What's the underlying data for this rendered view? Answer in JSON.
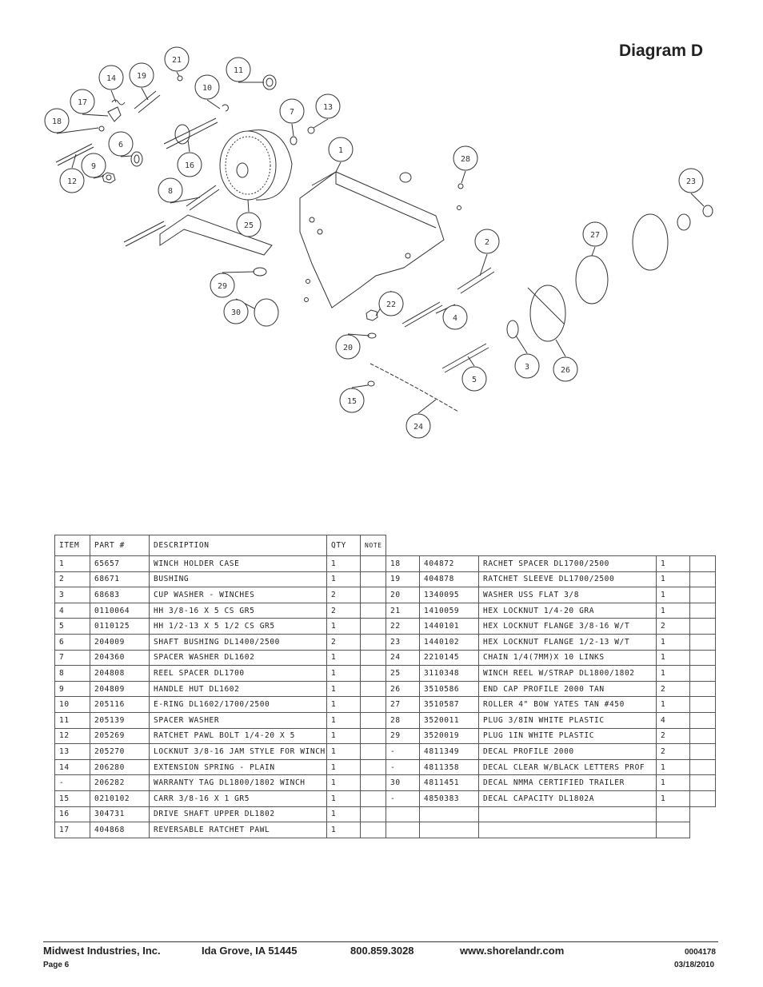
{
  "title": "Diagram D",
  "callouts": [
    "1",
    "2",
    "3",
    "4",
    "5",
    "6",
    "7",
    "8",
    "9",
    "10",
    "11",
    "12",
    "13",
    "14",
    "15",
    "16",
    "17",
    "18",
    "19",
    "20",
    "21",
    "22",
    "23",
    "24",
    "25",
    "26",
    "27",
    "28",
    "29",
    "30"
  ],
  "table": {
    "headers": [
      "ITEM",
      "PART #",
      "DESCRIPTION",
      "QTY",
      "NOTE"
    ],
    "rows": [
      {
        "l": {
          "item": "1",
          "part": "65657",
          "desc": "WINCH HOLDER CASE",
          "qty": "1"
        },
        "r": {
          "item": "18",
          "part": "404872",
          "desc": "RACHET SPACER  DL1700/2500",
          "qty": "1"
        }
      },
      {
        "l": {
          "item": "2",
          "part": "68671",
          "desc": "BUSHING",
          "qty": "1"
        },
        "r": {
          "item": "19",
          "part": "404878",
          "desc": "RATCHET SLEEVE  DL1700/2500",
          "qty": "1"
        }
      },
      {
        "l": {
          "item": "3",
          "part": "68683",
          "desc": "CUP WASHER - WINCHES",
          "qty": "2"
        },
        "r": {
          "item": "20",
          "part": "1340095",
          "desc": "WASHER USS FLAT 3/8",
          "qty": "1"
        }
      },
      {
        "l": {
          "item": "4",
          "part": "0110064",
          "desc": "HH 3/8-16 X 5 CS GR5",
          "qty": "2"
        },
        "r": {
          "item": "21",
          "part": "1410059",
          "desc": "HEX LOCKNUT 1/4-20 GRA",
          "qty": "1"
        }
      },
      {
        "l": {
          "item": "5",
          "part": "0110125",
          "desc": "HH 1/2-13 X 5 1/2 CS GR5",
          "qty": "1"
        },
        "r": {
          "item": "22",
          "part": "1440101",
          "desc": "HEX LOCKNUT FLANGE 3/8-16 W/T",
          "qty": "2"
        }
      },
      {
        "l": {
          "item": "6",
          "part": "204009",
          "desc": "SHAFT BUSHING  DL1400/2500",
          "qty": "2"
        },
        "r": {
          "item": "23",
          "part": "1440102",
          "desc": "HEX LOCKNUT FLANGE 1/2-13 W/T",
          "qty": "1"
        }
      },
      {
        "l": {
          "item": "7",
          "part": "204360",
          "desc": "SPACER WASHER  DL1602",
          "qty": "1"
        },
        "r": {
          "item": "24",
          "part": "2210145",
          "desc": "CHAIN 1/4(7MM)X 10 LINKS",
          "qty": "1"
        }
      },
      {
        "l": {
          "item": "8",
          "part": "204808",
          "desc": "REEL SPACER  DL1700",
          "qty": "1"
        },
        "r": {
          "item": "25",
          "part": "3110348",
          "desc": "WINCH REEL W/STRAP  DL1800/1802",
          "qty": "1"
        }
      },
      {
        "l": {
          "item": "9",
          "part": "204809",
          "desc": "HANDLE HUT  DL1602",
          "qty": "1"
        },
        "r": {
          "item": "26",
          "part": "3510586",
          "desc": "END CAP PROFILE 2000 TAN",
          "qty": "2"
        }
      },
      {
        "l": {
          "item": "10",
          "part": "205116",
          "desc": "E-RING DL1602/1700/2500",
          "qty": "1"
        },
        "r": {
          "item": "27",
          "part": "3510587",
          "desc": "ROLLER 4\" BOW YATES TAN #450",
          "qty": "1"
        }
      },
      {
        "l": {
          "item": "11",
          "part": "205139",
          "desc": "SPACER WASHER",
          "qty": "1"
        },
        "r": {
          "item": "28",
          "part": "3520011",
          "desc": "PLUG  3/8IN WHITE PLASTIC",
          "qty": "4"
        }
      },
      {
        "l": {
          "item": "12",
          "part": "205269",
          "desc": "RATCHET PAWL BOLT 1/4-20 X 5",
          "qty": "1"
        },
        "r": {
          "item": "29",
          "part": "3520019",
          "desc": "PLUG  1IN WHITE PLASTIC",
          "qty": "2"
        }
      },
      {
        "l": {
          "item": "13",
          "part": "205270",
          "desc": "LOCKNUT 3/8-16 JAM STYLE FOR WINCH",
          "qty": "1"
        },
        "r": {
          "item": "-",
          "part": "4811349",
          "desc": "DECAL PROFILE 2000",
          "qty": "2"
        }
      },
      {
        "l": {
          "item": "14",
          "part": "206280",
          "desc": "EXTENSION SPRING - PLAIN",
          "qty": "1"
        },
        "r": {
          "item": "-",
          "part": "4811358",
          "desc": "DECAL CLEAR W/BLACK LETTERS PROF",
          "qty": "1"
        }
      },
      {
        "l": {
          "item": "-",
          "part": "206282",
          "desc": "WARRANTY TAG DL1800/1802 WINCH",
          "qty": "1"
        },
        "r": {
          "item": "30",
          "part": "4811451",
          "desc": " DECAL NMMA CERTIFIED TRAILER",
          "qty": "1"
        }
      },
      {
        "l": {
          "item": "15",
          "part": "0210102",
          "desc": "CARR 3/8-16 X 1 GR5",
          "qty": "1"
        },
        "r": {
          "item": "-",
          "part": "4850383",
          "desc": "DECAL CAPACITY DL1802A",
          "qty": "1"
        }
      },
      {
        "l": {
          "item": "16",
          "part": "304731",
          "desc": "DRIVE SHAFT UPPER  DL1802",
          "qty": "1"
        },
        "r": {
          "item": "",
          "part": "",
          "desc": "",
          "qty": ""
        }
      },
      {
        "l": {
          "item": "17",
          "part": "404868",
          "desc": "REVERSABLE RATCHET PAWL",
          "qty": "1"
        },
        "r": {
          "item": "",
          "part": "",
          "desc": "",
          "qty": ""
        }
      }
    ]
  },
  "footer": {
    "company": "Midwest Industries, Inc.",
    "city": "Ida Grove, IA  51445",
    "phone": "800.859.3028",
    "web": "www.shorelandr.com",
    "doc_no": "0004178",
    "page": "Page 6",
    "date": "03/18/2010"
  }
}
